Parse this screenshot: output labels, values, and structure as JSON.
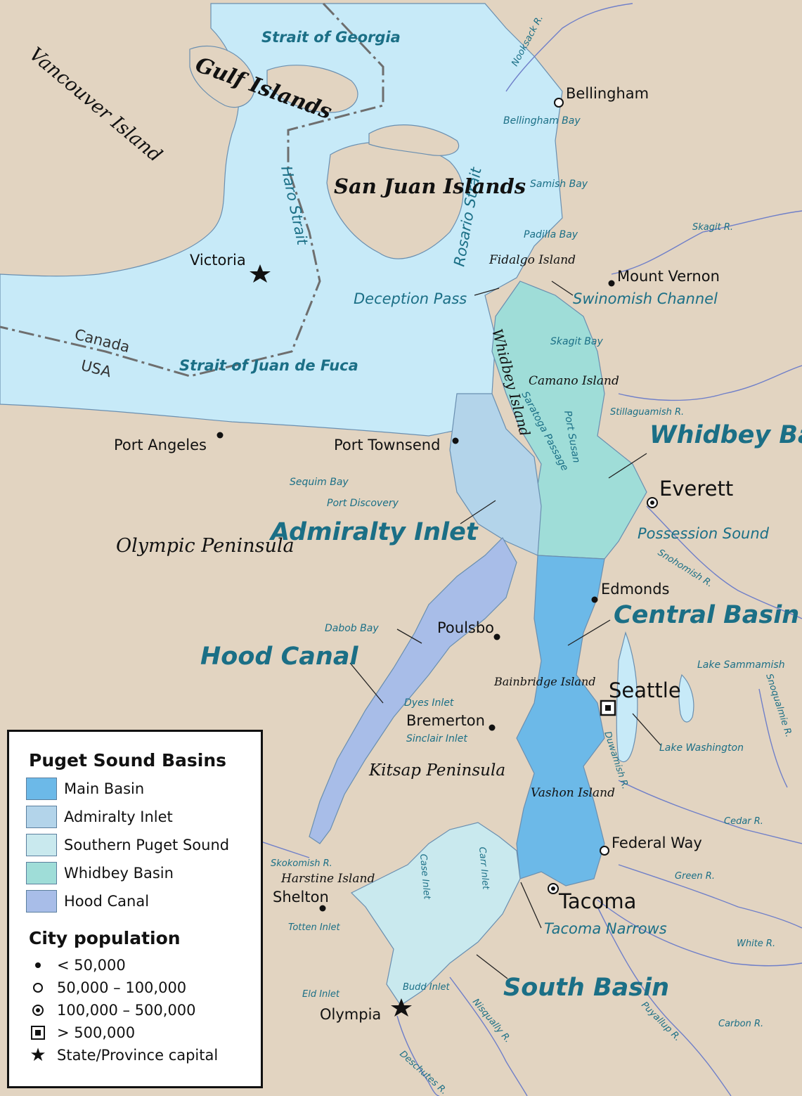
{
  "map": {
    "water_labels": {
      "strait_of_georgia": "Strait of Georgia",
      "haro_strait": "Haro Strait",
      "rosario_strait": "Rosario Strait",
      "strait_of_juan_de_fuca": "Strait of Juan de Fuca",
      "deception_pass": "Deception Pass",
      "swinomish_channel": "Swinomish Channel",
      "bellingham_bay": "Bellingham Bay",
      "samish_bay": "Samish Bay",
      "padilla_bay": "Padilla Bay",
      "skagit_bay": "Skagit Bay",
      "saratoga_passage": "Saratoga Passage",
      "port_susan": "Port Susan",
      "possession_sound": "Possession Sound",
      "sequim_bay": "Sequim Bay",
      "port_discovery": "Port Discovery",
      "dabob_bay": "Dabob Bay",
      "dyes_inlet": "Dyes Inlet",
      "sinclair_inlet": "Sinclair Inlet",
      "lake_sammamish": "Lake Sammamish",
      "lake_washington": "Lake Washington",
      "tacoma_narrows": "Tacoma Narrows",
      "case_inlet": "Case Inlet",
      "carr_inlet": "Carr Inlet",
      "totten_inlet": "Totten Inlet",
      "eld_inlet": "Eld Inlet",
      "budd_inlet": "Budd Inlet"
    },
    "basin_labels": {
      "whidbey_basin": "Whidbey Basin",
      "admiralty_inlet": "Admiralty Inlet",
      "central_basin": "Central Basin",
      "hood_canal": "Hood Canal",
      "south_basin": "South Basin"
    },
    "land_labels": {
      "vancouver_island": "Vancouver Island",
      "gulf_islands": "Gulf Islands",
      "san_juan_islands": "San Juan Islands",
      "fidalgo_island": "Fidalgo Island",
      "whidbey_island": "Whidbey Island",
      "camano_island": "Camano Island",
      "olympic_peninsula": "Olympic Peninsula",
      "kitsap_peninsula": "Kitsap Peninsula",
      "bainbridge_island": "Bainbridge Island",
      "vashon_island": "Vashon Island",
      "harstine_island": "Harstine Island"
    },
    "border_labels": {
      "canada": "Canada",
      "usa": "USA"
    },
    "rivers": {
      "nooksack": "Nooksack R.",
      "skagit": "Skagit R.",
      "stillaguamish": "Stillaguamish R.",
      "snohomish": "Snohomish R.",
      "snoqualmie": "Snoqualmie R.",
      "duwamish": "Duwamish R.",
      "cedar": "Cedar R.",
      "green": "Green R.",
      "white": "White R.",
      "carbon": "Carbon R.",
      "puyallup": "Puyallup R.",
      "nisqually": "Nisqually R.",
      "deschutes": "Deschutes R.",
      "skokomish": "Skokomish R."
    },
    "cities": {
      "bellingham": "Bellingham",
      "victoria": "Victoria",
      "mount_vernon": "Mount Vernon",
      "port_angeles": "Port Angeles",
      "port_townsend": "Port Townsend",
      "everett": "Everett",
      "edmonds": "Edmonds",
      "poulsbo": "Poulsbo",
      "seattle": "Seattle",
      "bremerton": "Bremerton",
      "federal_way": "Federal Way",
      "tacoma": "Tacoma",
      "shelton": "Shelton",
      "olympia": "Olympia"
    },
    "colors": {
      "land": "#e2d4c1",
      "open_water": "#c7eaf8",
      "main_basin": "#6cb9e8",
      "admiralty_inlet": "#b3d4ea",
      "southern_puget_sound": "#c9e9ee",
      "whidbey_basin": "#9fddd8",
      "hood_canal": "#a8bde8",
      "label_blue": "#1b6f86",
      "river": "#6f7fc9"
    }
  },
  "legend": {
    "title": "Puget Sound Basins",
    "basins": [
      {
        "label": "Main Basin",
        "color": "#6cb9e8"
      },
      {
        "label": "Admiralty Inlet",
        "color": "#b3d4ea"
      },
      {
        "label": "Southern Puget Sound",
        "color": "#c9e9ee"
      },
      {
        "label": "Whidbey Basin",
        "color": "#9fddd8"
      },
      {
        "label": "Hood Canal",
        "color": "#a8bde8"
      }
    ],
    "population_title": "City population",
    "population": [
      {
        "label": "< 50,000",
        "symbol": "small-dot"
      },
      {
        "label": "50,000 – 100,000",
        "symbol": "open-circle"
      },
      {
        "label": "100,000 – 500,000",
        "symbol": "ring-dot"
      },
      {
        "label": "> 500,000",
        "symbol": "square-dot"
      },
      {
        "label": "State/Province capital",
        "symbol": "star"
      }
    ]
  }
}
